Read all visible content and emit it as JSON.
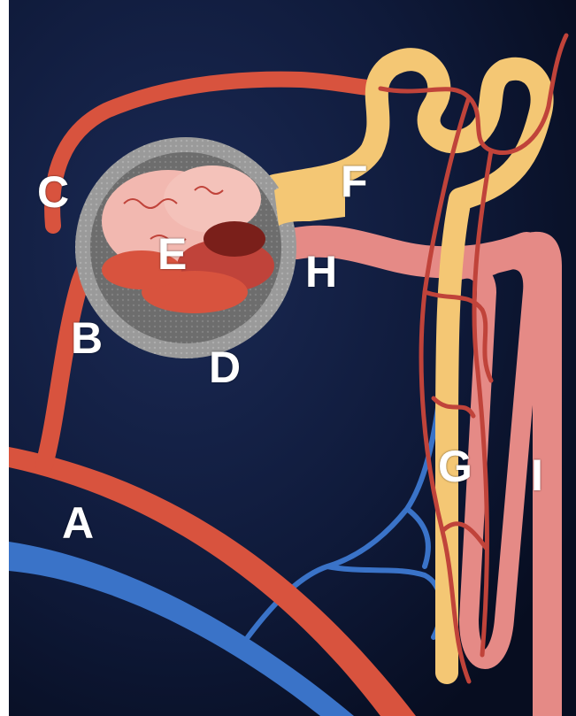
{
  "colors": {
    "background": "#0b1530",
    "artery": "#d8533e",
    "vein": "#3a73c8",
    "tubule": "#f4c774",
    "capsule": "#9a9a9a",
    "loop": "#e58a86",
    "capillary": "#c0433a",
    "label_text": "#ffffff"
  },
  "labels": {
    "a": "A",
    "b": "B",
    "c": "C",
    "d": "D",
    "e": "E",
    "f": "F",
    "g": "G",
    "h": "H",
    "i": "I"
  }
}
